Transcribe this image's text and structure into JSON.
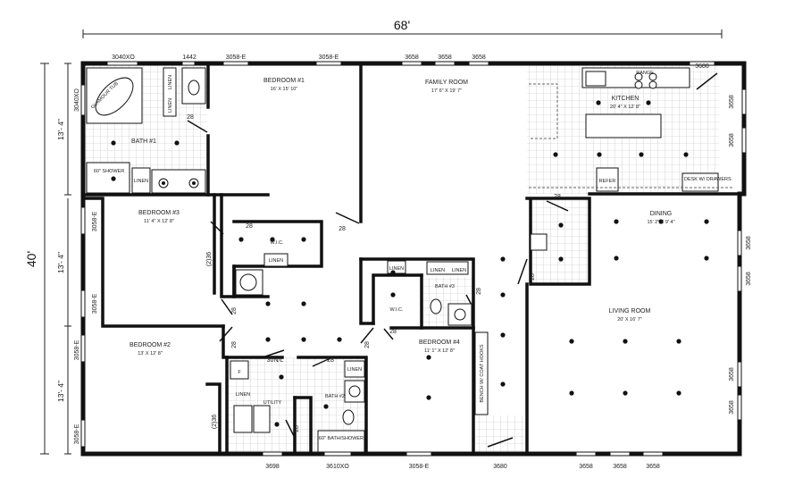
{
  "dimensions": {
    "overall_width": "68'",
    "overall_depth": "40'",
    "left_segments": [
      "13'- 4\"",
      "13'- 4\"",
      "13'- 4\""
    ]
  },
  "windows": {
    "top": [
      "3040XO",
      "1442",
      "3058-E",
      "3058-E",
      "3658",
      "3658",
      "3658",
      "3680"
    ],
    "left": [
      "3040XO",
      "3058-E",
      "3058-E",
      "3058-E",
      "3058-E"
    ],
    "right": [
      "3658",
      "3658",
      "3658",
      "3658",
      "3658",
      "3658"
    ],
    "bottom": [
      "3698",
      "3610XO",
      "3058-E",
      "3680",
      "3658",
      "3658",
      "3658"
    ]
  },
  "rooms": {
    "bath1": {
      "name": "BATH #1",
      "tub": "GLAMOUR TUB",
      "shower": "60\" SHOWER",
      "linen": [
        "LINEN",
        "LINEN",
        "LINEN"
      ],
      "door": "28"
    },
    "bedroom1": {
      "name": "BEDROOM #1",
      "size": "16' X 15' 10\""
    },
    "family": {
      "name": "FAMILY ROOM",
      "size": "17' 6\" X 19' 7\""
    },
    "kitchen": {
      "name": "KITCHEN",
      "size": "20' 4\" X 12' 8\"",
      "range": "RANGE",
      "refer": "REFER",
      "desk": "DESK W/ DRAWERS"
    },
    "bedroom3": {
      "name": "BEDROOM #3",
      "size": "11' 4\" X 12' 8\"",
      "closet": "(2)36"
    },
    "wic1": {
      "name": "W.I.C.",
      "linen": "LINEN",
      "door": "28"
    },
    "dining": {
      "name": "DINING",
      "size": "15' 2\" X 9' 4\"",
      "door": "28"
    },
    "living": {
      "name": "LIVING ROOM",
      "size": "20' X 16' 7\""
    },
    "bedroom2": {
      "name": "BEDROOM #2",
      "size": "13' X 12' 8\"",
      "closet": "(2)36"
    },
    "wic2": {
      "name": "W.I.C.",
      "door": "28"
    },
    "bath3": {
      "name": "BATH #3",
      "linen": [
        "LINEN",
        "LINEN",
        "LINEN"
      ],
      "door": "28"
    },
    "bedroom4": {
      "name": "BEDROOM #4",
      "size": "11' 1\" X 12' 8\"",
      "door": "28"
    },
    "utility": {
      "name": "UTILITY",
      "linen": "LINEN",
      "f": "F",
      "door": "28",
      "opening": "30N/L"
    },
    "bath2": {
      "name": "BATH #2",
      "linen": "LINEN",
      "shower": "60\" BATH/SHOWER",
      "door": "28"
    },
    "hall": {
      "bench": "BENCH W/ COAT HOOKS",
      "doors": [
        "28",
        "28",
        "28",
        "28"
      ]
    }
  }
}
